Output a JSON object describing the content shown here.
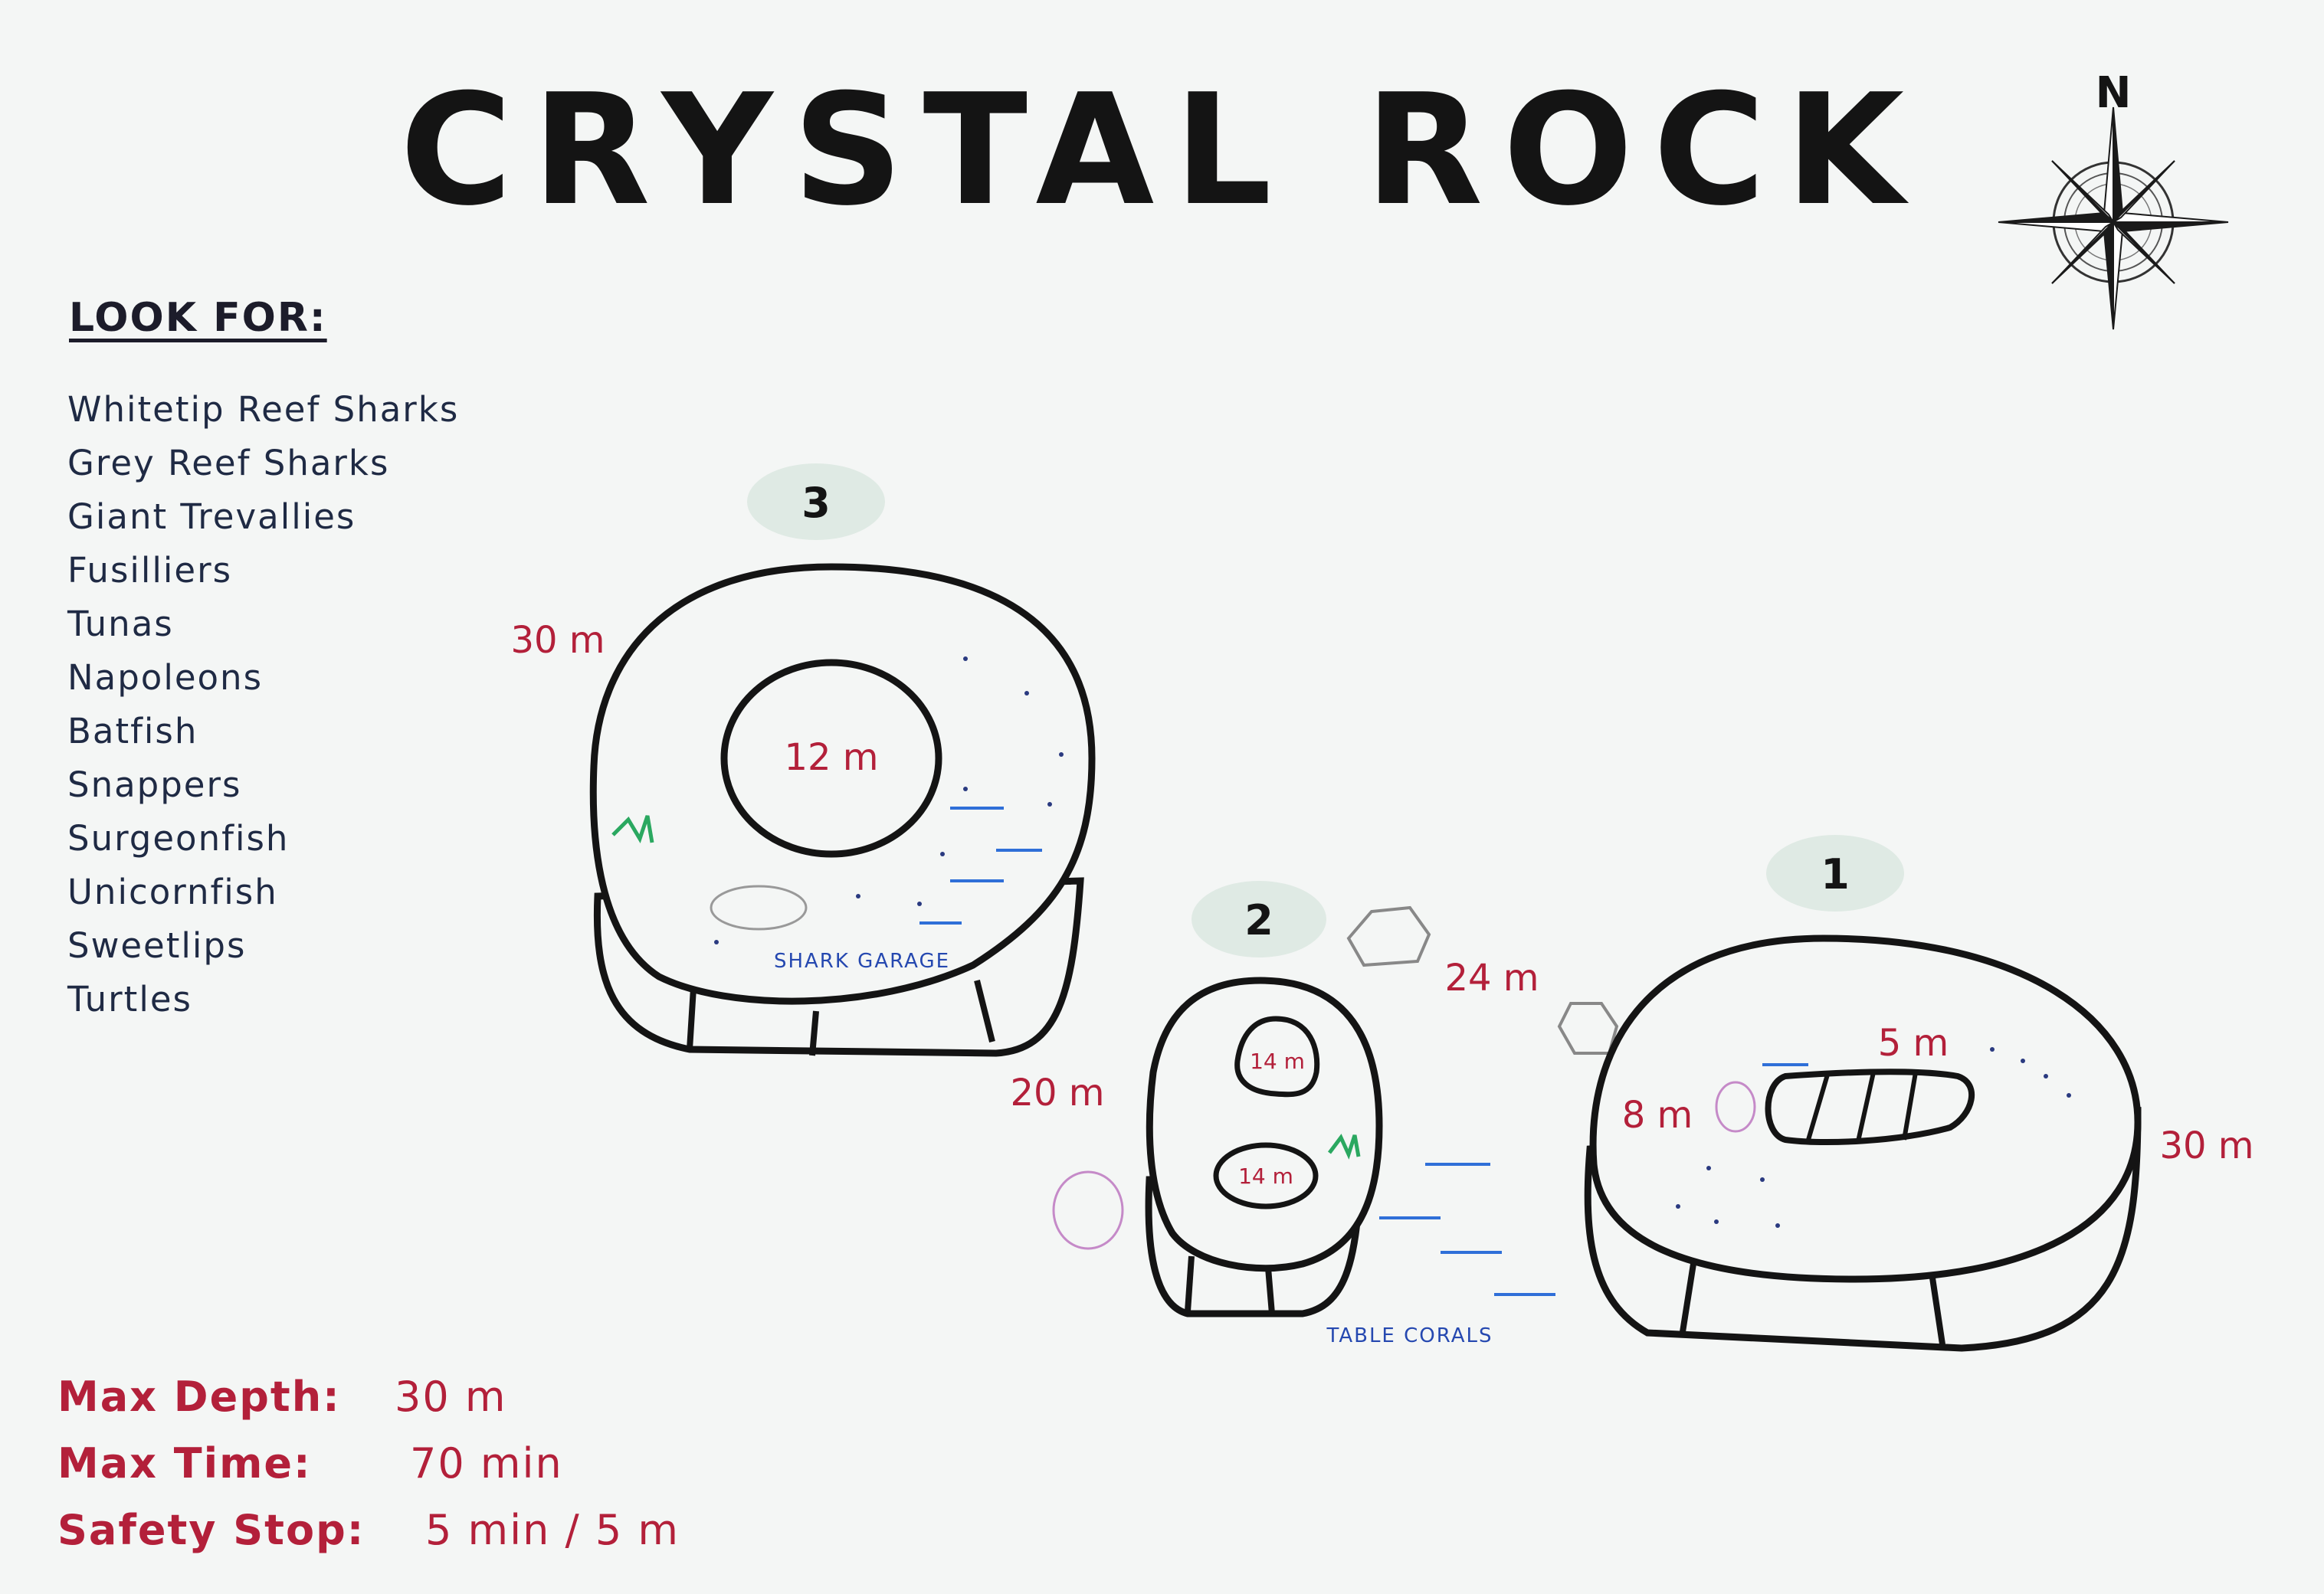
{
  "title": "CRYSTAL ROCK",
  "compass": {
    "label": "N",
    "icon": "compass-rose-icon"
  },
  "look_for": {
    "heading": "LOOK FOR:",
    "species": [
      "Whitetip Reef Sharks",
      "Grey Reef Sharks",
      "Giant Trevallies",
      "Fusilliers",
      "Tunas",
      "Napoleons",
      "Batfish",
      "Snappers",
      "Surgeonfish",
      "Unicornfish",
      "Sweetlips",
      "Turtles"
    ]
  },
  "rocks": [
    {
      "number": "3",
      "depths": {
        "base": "30 m",
        "top": "12 m"
      },
      "feature": "SHARK GARAGE"
    },
    {
      "number": "2",
      "depths": {
        "base": "20 m",
        "upper": "14 m",
        "lower": "14 m"
      }
    },
    {
      "number": "1",
      "depths": {
        "left": "8 m",
        "top": "5 m",
        "base": "30 m"
      }
    }
  ],
  "channel_depth": "24 m",
  "table_corals": "TABLE CORALS",
  "dive_info": [
    {
      "label": "Max Depth:",
      "value": "30 m"
    },
    {
      "label": "Max Time:",
      "value": "70 min"
    },
    {
      "label": "Safety Stop:",
      "value": "5 min / 5 m"
    }
  ],
  "colors": {
    "depth_text": "#b3203a",
    "feature_text": "#2548b0",
    "badge": "#dfeae4",
    "outline": "#141414"
  }
}
